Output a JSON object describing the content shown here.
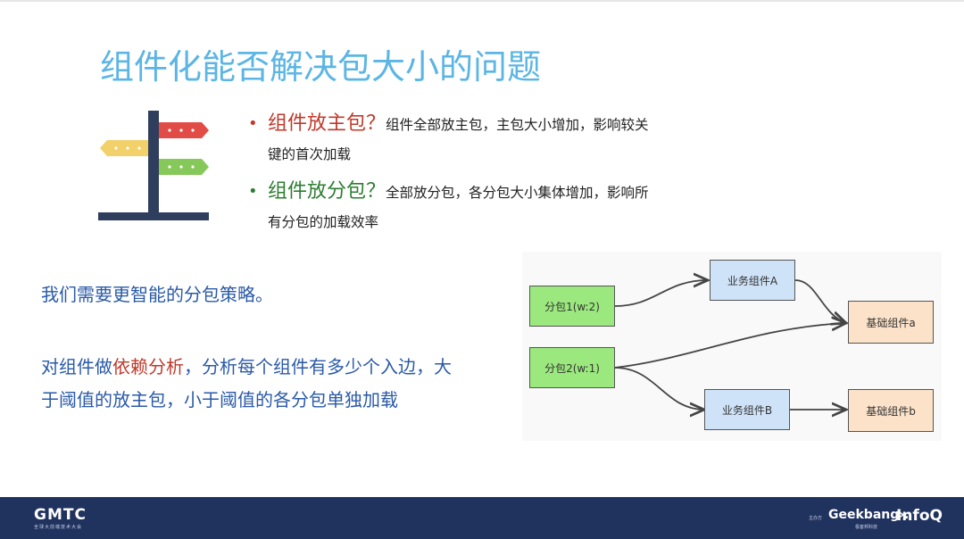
{
  "title": "组件化能否解决包大小的问题",
  "bullets": [
    {
      "highlight": "组件放主包？",
      "text_line1": "组件全部放主包，主包大小增加，影响较关",
      "text_line2": "键的首次加载"
    },
    {
      "highlight": "组件放分包？",
      "text_line1": "全部放分包，各分包大小集体增加，影响所",
      "text_line2": "有分包的加载效率"
    }
  ],
  "para1": "我们需要更智能的分包策略。",
  "para2": {
    "before": "对组件做",
    "red": "依赖分析",
    "after_line1": "，分析每个组件有多少个入边，大",
    "line2": "于阈值的放主包，小于阈值的各分包单独加载"
  },
  "diagram": {
    "nodes": {
      "pkg1": "分包1(w:2)",
      "pkg2": "分包2(w:1)",
      "bizA": "业务组件A",
      "bizB": "业务组件B",
      "baseA": "基础组件a",
      "baseB": "基础组件b"
    }
  },
  "footer": {
    "gmtc": "GMTC",
    "gmtc_sub": "全球大前端技术大会",
    "organizer": "主办方",
    "geekbang": "Geekbang›.",
    "geekbang_sub": "极客邦科技",
    "infoq": "InfoQ"
  },
  "colors": {
    "title": "#5bb5e5",
    "highlight_red": "#c0392b",
    "highlight_green": "#2e7d32",
    "body_blue": "#2a5aa8",
    "footer_bg": "#20325e",
    "node_green": "#9be87f",
    "node_blue": "#cfe3f8",
    "node_peach": "#fbe2c9"
  },
  "icons": {
    "signpost": "signpost-icon"
  }
}
